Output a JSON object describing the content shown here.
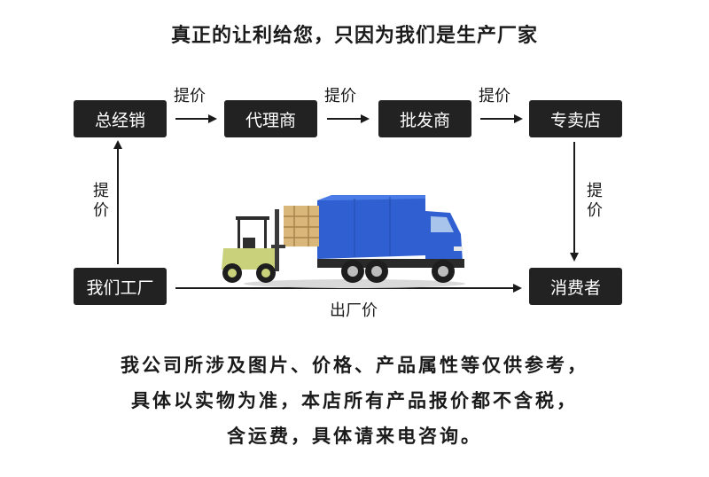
{
  "title": "真正的让利给您，只因为我们是生产厂家",
  "nodes": {
    "distributor": "总经销",
    "agent": "代理商",
    "wholesaler": "批发商",
    "store": "专卖店",
    "factory": "我们工厂",
    "consumer": "消费者"
  },
  "labels": {
    "raise1": "提价",
    "raise2": "提价",
    "raise3": "提价",
    "raise_left": "提价",
    "raise_right": "提价",
    "factory_price": "出厂价"
  },
  "notes": {
    "line1": "我公司所涉及图片、价格、产品属性等仅供参考，",
    "line2": "具体以实物为准，本店所有产品报价都不含税，",
    "line3": "含运费，具体请来电咨询。"
  }
}
